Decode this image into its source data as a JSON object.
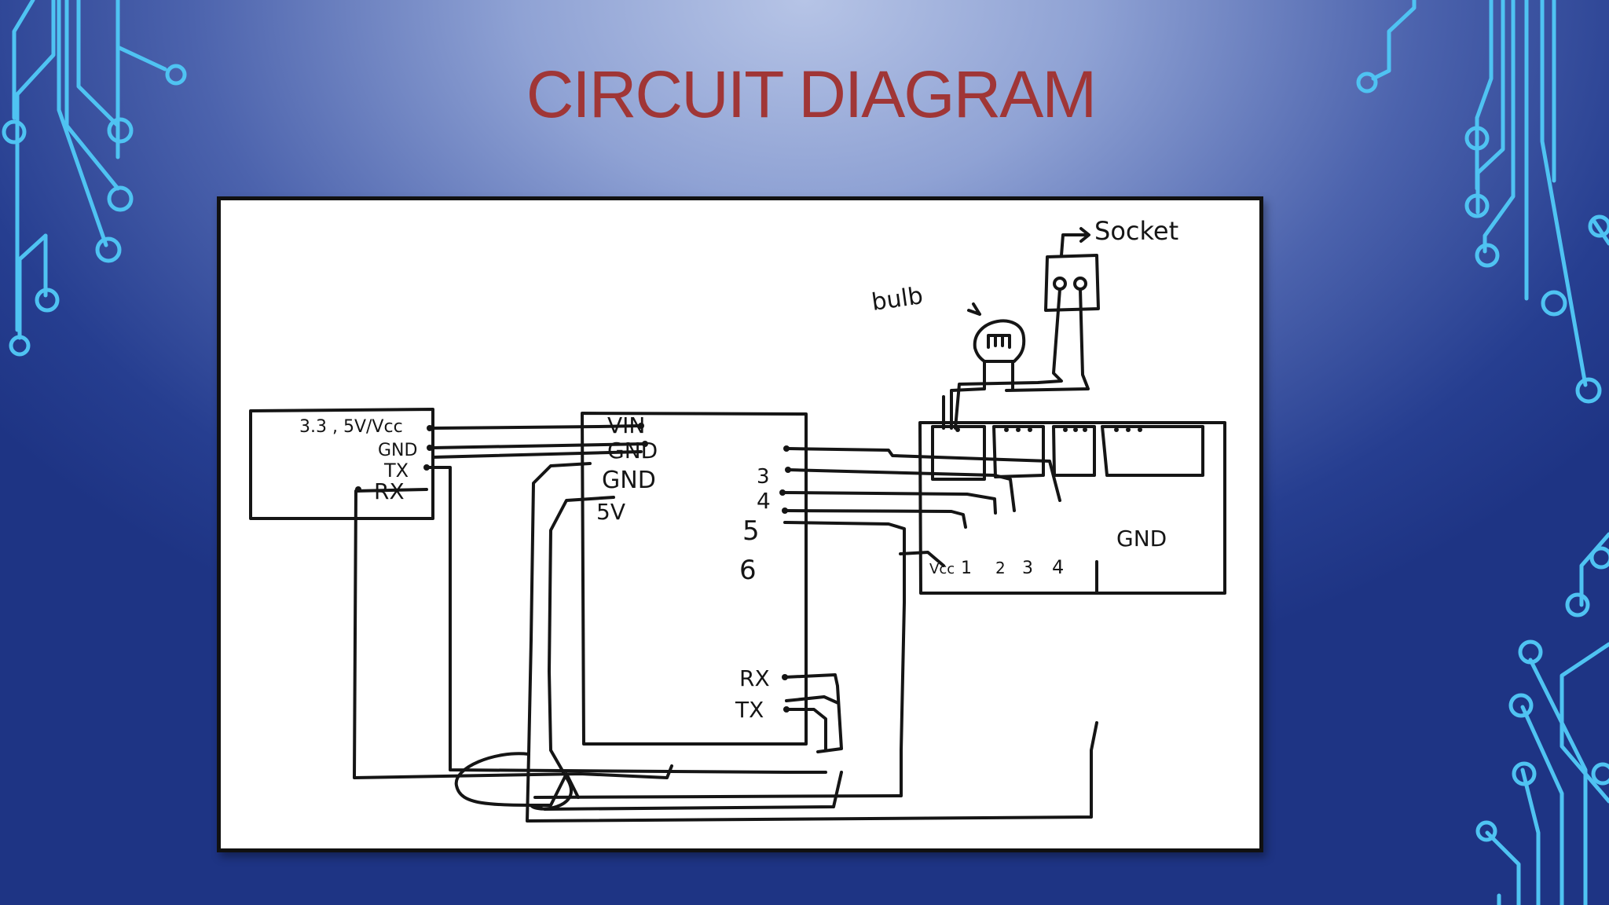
{
  "slide": {
    "title": "CIRCUIT DIAGRAM"
  },
  "diagram": {
    "power_module": {
      "pins": [
        "3.3 , 5V/Vcc",
        "GND",
        "TX",
        "RX"
      ]
    },
    "microcontroller": {
      "left_pins": [
        "VIN",
        "GND",
        "GND",
        "5V"
      ],
      "right_pins": [
        "3",
        "4",
        "5",
        "6"
      ],
      "serial_pins": [
        "RX",
        "TX"
      ]
    },
    "relay_board": {
      "pins": [
        "Vcc",
        "1",
        "2",
        "3",
        "4"
      ],
      "gnd_label": "GND"
    },
    "bulb_label": "bulb",
    "socket_label": "Socket"
  },
  "colors": {
    "title": "#a03636",
    "circuit_decoration": "#4fc3f2",
    "background_dark": "#1e3484",
    "background_light": "#b6c4e6"
  }
}
